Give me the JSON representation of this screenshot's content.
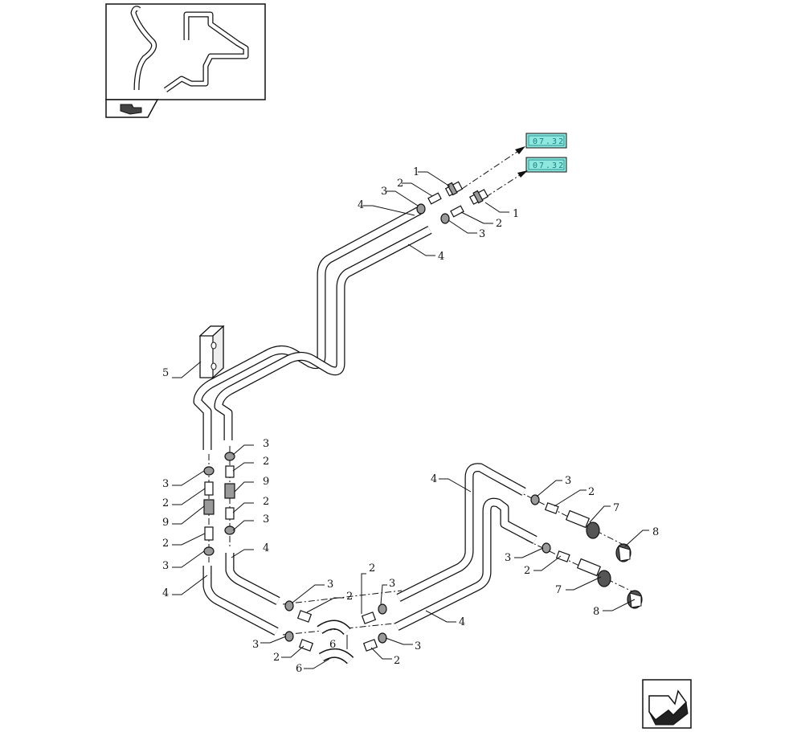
{
  "diagram": {
    "callouts": {
      "c1a": "1",
      "c1b": "1",
      "c2a": "2",
      "c2b": "2",
      "c2c": "2",
      "c2d": "2",
      "c2e": "2",
      "c2f": "2",
      "c2g": "2",
      "c2h": "2",
      "c2i": "2",
      "c2j": "2",
      "c2k": "2",
      "c2l": "2",
      "c3a": "3",
      "c3b": "3",
      "c3c": "3",
      "c3d": "3",
      "c3e": "3",
      "c3f": "3",
      "c3g": "3",
      "c3h": "3",
      "c3i": "3",
      "c3j": "3",
      "c3k": "3",
      "c3l": "3",
      "c4a": "4",
      "c4b": "4",
      "c4c": "4",
      "c4d": "4",
      "c4e": "4",
      "c4f": "4",
      "c5": "5",
      "c6a": "6",
      "c6b": "6",
      "c7a": "7",
      "c7b": "7",
      "c8a": "8",
      "c8b": "8",
      "c9a": "9",
      "c9b": "9"
    },
    "refs": {
      "r1": "07.32",
      "r2": "07.32"
    }
  },
  "icons": {
    "thumbnail": "assembly-thumbnail-icon",
    "book": "book-icon",
    "next": "next-page-arrow-icon"
  },
  "colors": {
    "ref_box_fill": "#8fe8e0",
    "line": "#111111",
    "background": "#ffffff"
  }
}
